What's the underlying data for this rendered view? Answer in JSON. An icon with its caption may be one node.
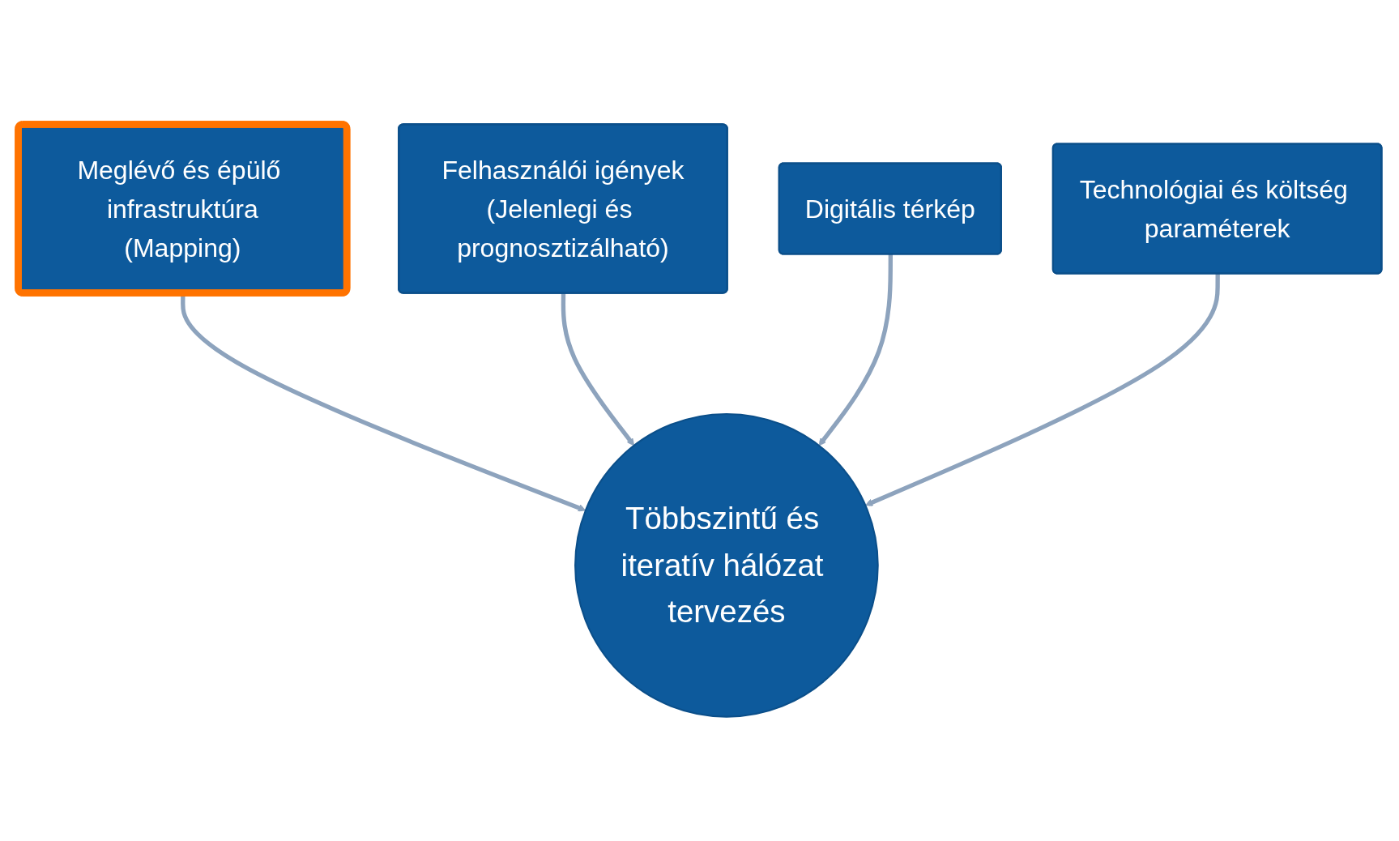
{
  "diagram": {
    "nodes": [
      {
        "text": [
          "Meglévő és épülő infrastruktúra",
          "(Mapping)"
        ]
      },
      {
        "text": [
          "Felhasználói igények",
          "(Jelenlegi és prognosztizálható)"
        ]
      },
      {
        "text": [
          "Digitális térkép"
        ]
      },
      {
        "text": [
          "Technológiai és költség paraméterek"
        ]
      },
      {
        "text": [
          "Többszintű és iteratív hálózat tervezés"
        ]
      }
    ],
    "edges": [
      {
        "from": 0,
        "to": 4,
        "arrow": "to"
      },
      {
        "from": 1,
        "to": 4,
        "arrow": "to"
      },
      {
        "from": 2,
        "to": 4,
        "arrow": "to"
      },
      {
        "from": 3,
        "to": 4,
        "arrow": "to"
      }
    ]
  }
}
